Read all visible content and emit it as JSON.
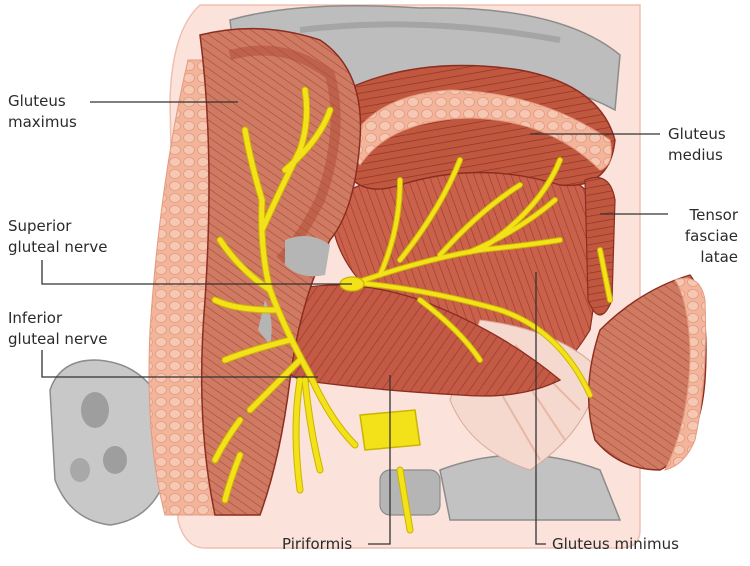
{
  "labels": {
    "gluteus_maximus": "Gluteus\nmaximus",
    "gluteus_medius": "Gluteus\nmedius",
    "superior_gluteal_nerve": "Superior\ngluteal nerve",
    "inferior_gluteal_nerve": "Inferior\ngluteal nerve",
    "tensor_fasciae_latae": "Tensor\nfasciae\nlatae",
    "piriformis": "Piriformis",
    "gluteus_minimus": "Gluteus minimus"
  },
  "colors": {
    "skin": "#fbe2da",
    "fat": "#f2b49a",
    "fat_lobule": "#e9a083",
    "muscle": "#c35a45",
    "muscle_dark": "#9b3a2c",
    "muscle_light": "#d5826a",
    "muscle_stripe": "#8c2d21",
    "bone": "#bdbdbd",
    "bone_dark": "#8c8c8c",
    "nerve": "#f3e21a",
    "nerve_edge": "#c9b400",
    "tendon": "#f5d9ce",
    "leader": "#333333"
  }
}
